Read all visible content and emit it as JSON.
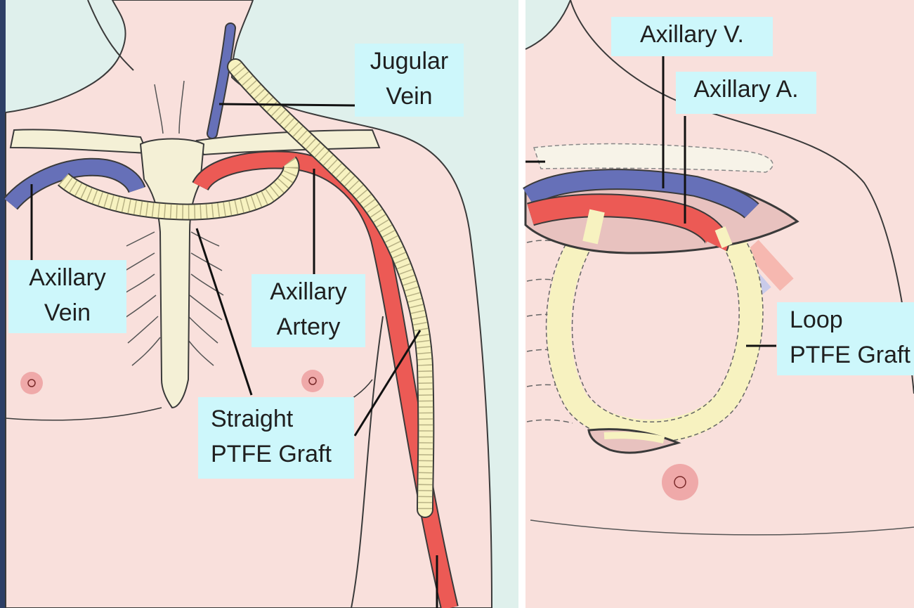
{
  "colors": {
    "background": "#dff0ec",
    "skin": "#f9e0dc",
    "outline": "#3a3a3a",
    "vein": "#6670b8",
    "artery": "#ec5a55",
    "graft": "#f7f2c0",
    "bone": "#f4f0d6",
    "label_bg": "#cdf7fb",
    "nipple": "#e8868a"
  },
  "left_panel": {
    "labels": {
      "jugular_vein": [
        "Jugular",
        "Vein"
      ],
      "axillary_vein": [
        "Axillary",
        "Vein"
      ],
      "axillary_artery": [
        "Axillary",
        "Artery"
      ],
      "straight_graft": [
        "Straight",
        "PTFE Graft"
      ]
    }
  },
  "right_panel": {
    "labels": {
      "axillary_v": "Axillary V.",
      "axillary_a": "Axillary A.",
      "loop_graft": [
        "Loop",
        "PTFE Graft"
      ]
    }
  }
}
